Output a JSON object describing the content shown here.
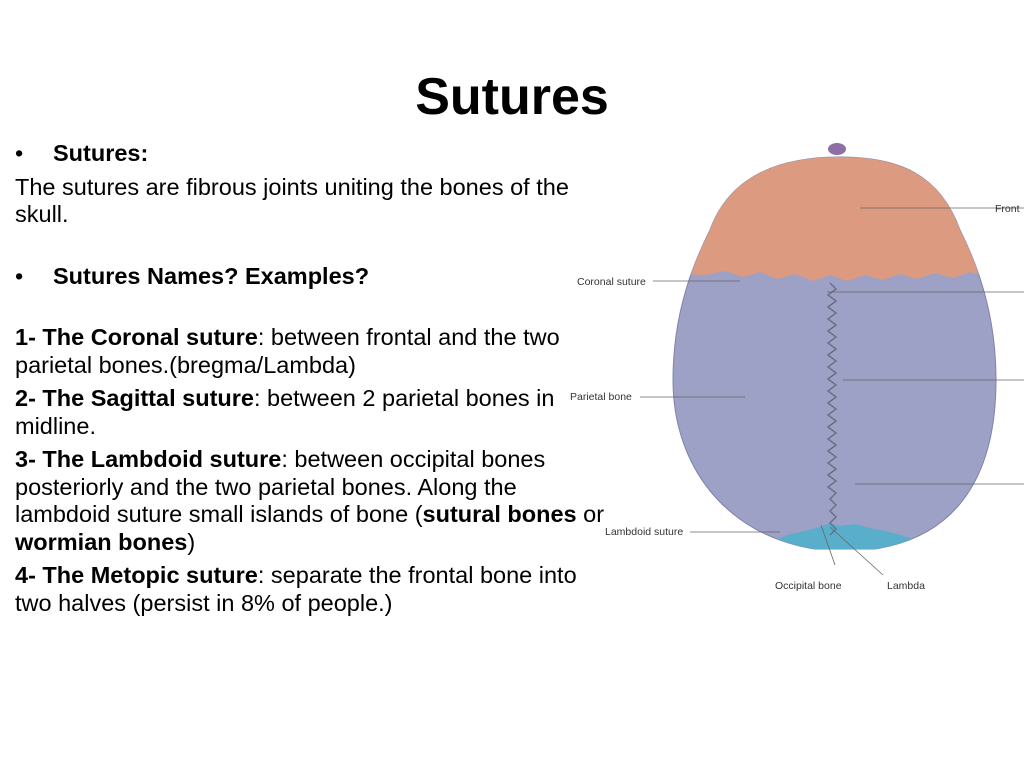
{
  "title": "Sutures",
  "bullet1": "Sutures:",
  "intro": "The sutures are fibrous joints uniting the bones of the skull.",
  "bullet2": "Sutures Names? Examples?",
  "items": [
    {
      "head": "1- The Coronal suture",
      "rest": ": between frontal and the two parietal bones.(bregma/Lambda)"
    },
    {
      "head": "2- The Sagittal suture",
      "rest": ": between 2 parietal bones in midline."
    },
    {
      "head": "3- The Lambdoid suture",
      "rest": ": between occipital bones posteriorly and the two parietal bones. Along the lambdoid suture small islands of bone (",
      "b1": "sutural bones",
      "mid": " or ",
      "b2": "wormian bones",
      "end": ")"
    },
    {
      "head": "4- The Metopic suture",
      "rest": ": separate the frontal bone into two halves (persist in 8% of people.)"
    }
  ],
  "diagram": {
    "labels": {
      "coronal": "Coronal suture",
      "parietal": "Parietal bone",
      "lambdoid": "Lambdoid suture",
      "occipital": "Occipital bone",
      "lambda": "Lambda",
      "frontal_cut": "Front"
    },
    "colors": {
      "frontal": "#dc9a80",
      "parietal": "#9ea1c6",
      "occipital": "#58aecb",
      "leader": "#666666"
    }
  }
}
